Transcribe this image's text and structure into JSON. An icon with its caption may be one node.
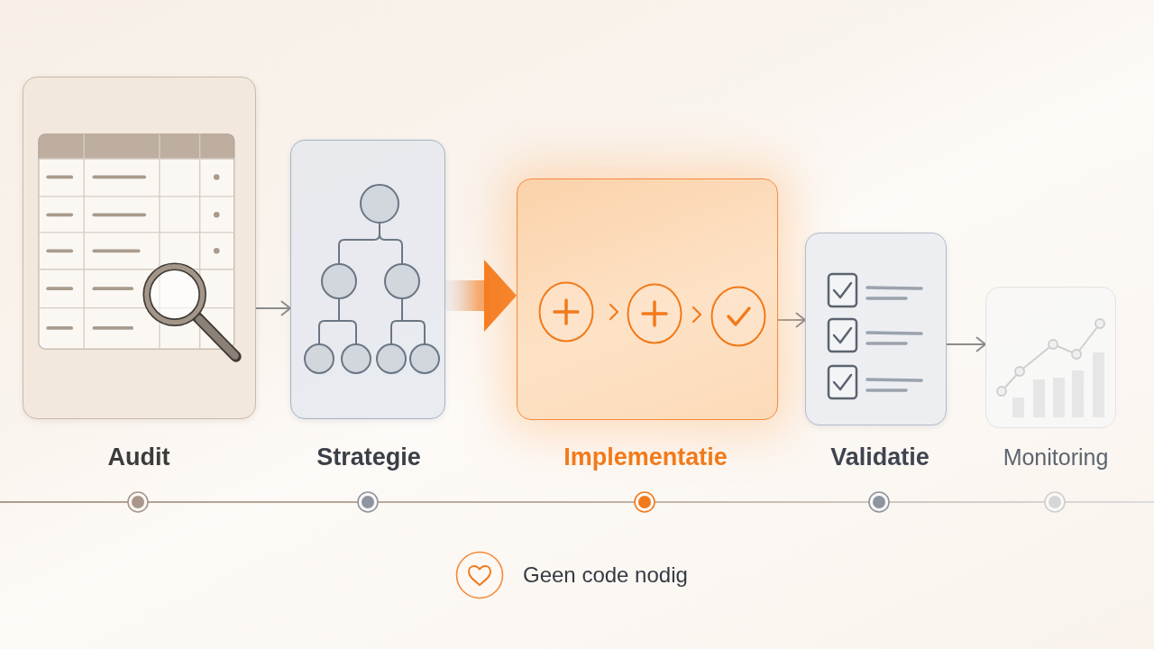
{
  "diagram": {
    "nodes": [
      {
        "text": [
          "Audit"
        ]
      },
      {
        "text": [
          "Strategie"
        ]
      },
      {
        "text": [
          "Implementatie"
        ]
      },
      {
        "text": [
          "Validatie"
        ]
      },
      {
        "text": [
          "Monitoring"
        ]
      }
    ],
    "edges": [
      {
        "from": 0,
        "to": 1,
        "arrow": "to"
      },
      {
        "from": 1,
        "to": 2,
        "arrow": "to",
        "style": "thick",
        "color": "#f47b20"
      },
      {
        "from": 2,
        "to": 3,
        "arrow": "to"
      },
      {
        "from": 3,
        "to": 4,
        "arrow": "to"
      }
    ],
    "labels": [
      "Geen code nodig"
    ]
  }
}
